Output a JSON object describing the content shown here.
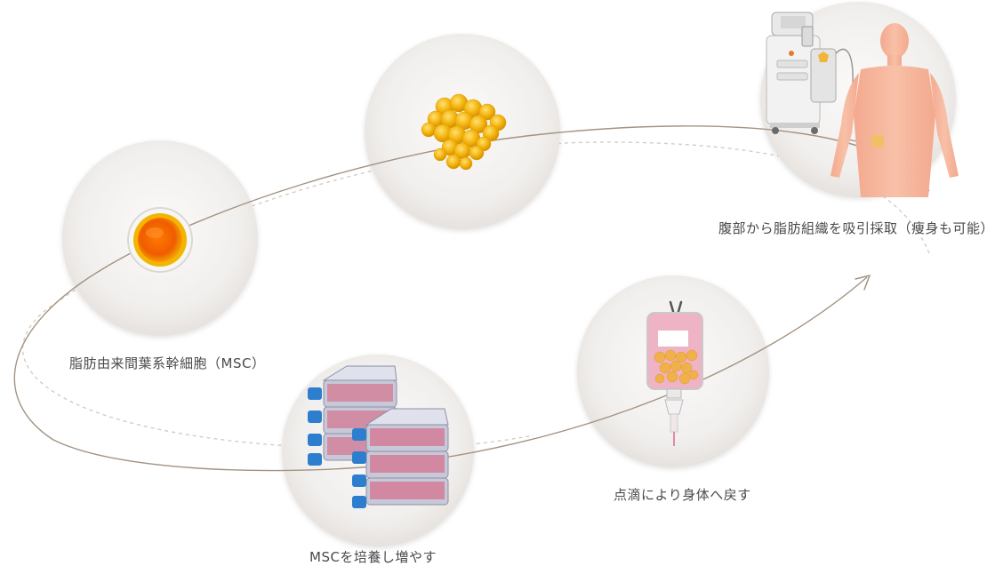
{
  "labels": {
    "msc": "脂肪由来間葉系幹細胞（MSC）",
    "extract": "腹部から脂肪組織を吸引採取（痩身も可能）",
    "culture": "MSCを培養し増やす",
    "drip": "点滴により身体へ戻す"
  },
  "colors": {
    "circle_fill": "#f1efed",
    "path_line": "#a39382",
    "dashed_line": "#cfcac4",
    "fat_cell": "#f3b30e",
    "cell_core": "#f06a00",
    "skin": "#f6b69d",
    "flask_blue": "#2d7ecf",
    "flask_pink": "#d37892",
    "iv_pink": "#eeb3c4"
  },
  "icons": [
    "msc-cell-icon",
    "fat-cluster-icon",
    "liposuction-machine-icon",
    "human-body-icon",
    "culture-flask-icon",
    "iv-bag-icon",
    "cycle-arrow-icon"
  ]
}
